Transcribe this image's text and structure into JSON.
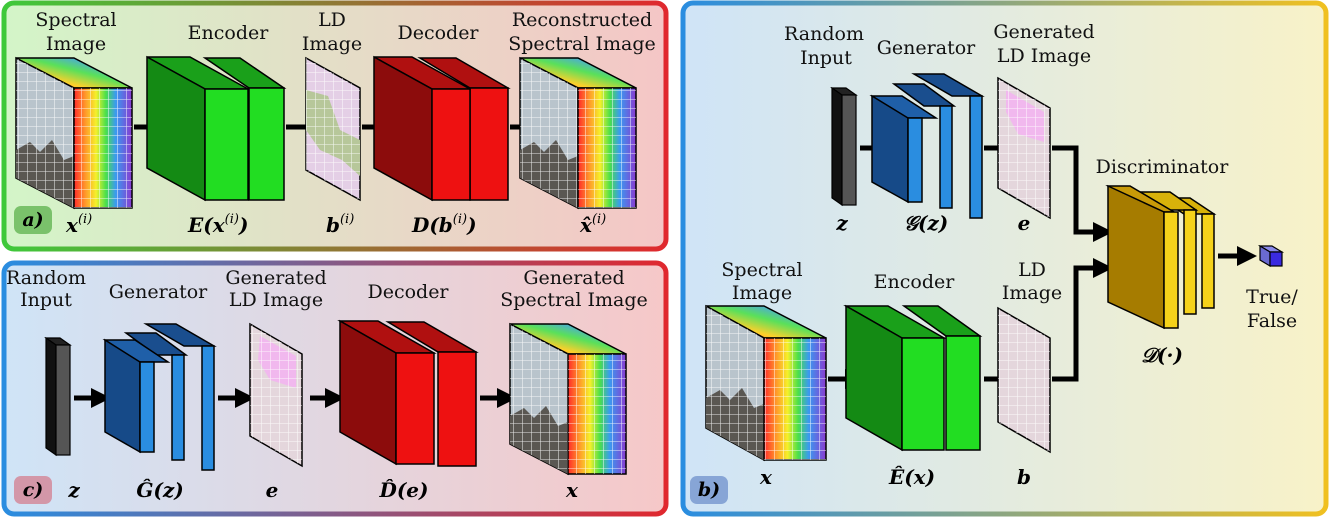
{
  "panel_a": {
    "tag": "a)",
    "labels": {
      "spectral_l1": "Spectral",
      "spectral_l2": "Image",
      "encoder": "Encoder",
      "ld_l1": "LD",
      "ld_l2": "Image",
      "decoder": "Decoder",
      "recon_l1": "Reconstructed",
      "recon_l2": "Spectral Image"
    },
    "math": {
      "x": "x",
      "x_sup": "(i)",
      "enc": "E(x",
      "enc_sup": "(i)",
      "enc_close": ")",
      "b": "b",
      "b_sup": "(i)",
      "dec": "D(b",
      "dec_sup": "(i)",
      "dec_close": ")",
      "xhat": "x̂",
      "xhat_sup": "(i)"
    }
  },
  "panel_c": {
    "tag": "c)",
    "labels": {
      "random_l1": "Random",
      "random_l2": "Input",
      "generator": "Generator",
      "genld_l1": "Generated",
      "genld_l2": "LD Image",
      "decoder": "Decoder",
      "genspec_l1": "Generated",
      "genspec_l2": "Spectral Image"
    },
    "math": {
      "z": "z",
      "gen": "Ĝ(z)",
      "e": "e",
      "dec": "D̂(e)",
      "x": "x"
    }
  },
  "panel_b": {
    "tag": "b)",
    "labels": {
      "random_l1": "Random",
      "random_l2": "Input",
      "generator": "Generator",
      "genld_l1": "Generated",
      "genld_l2": "LD Image",
      "discriminator": "Discriminator",
      "spectral_l1": "Spectral",
      "spectral_l2": "Image",
      "encoder": "Encoder",
      "ld_l1": "LD",
      "ld_l2": "Image",
      "true_l1": "True/",
      "true_l2": "False"
    },
    "math": {
      "z": "z",
      "gen": "𝒢(z)",
      "e": "e",
      "disc": "𝒟(·)",
      "x": "x",
      "enc": "Ê(x)",
      "b": "b"
    }
  },
  "colors": {
    "encoder_green": "#22dd22",
    "decoder_red": "#ee1111",
    "generator_blue": "#1f5fa8",
    "discriminator_gold": "#b8860b",
    "border_green_red": "#e0282e",
    "border_blue_yellow": "#f0c020"
  }
}
